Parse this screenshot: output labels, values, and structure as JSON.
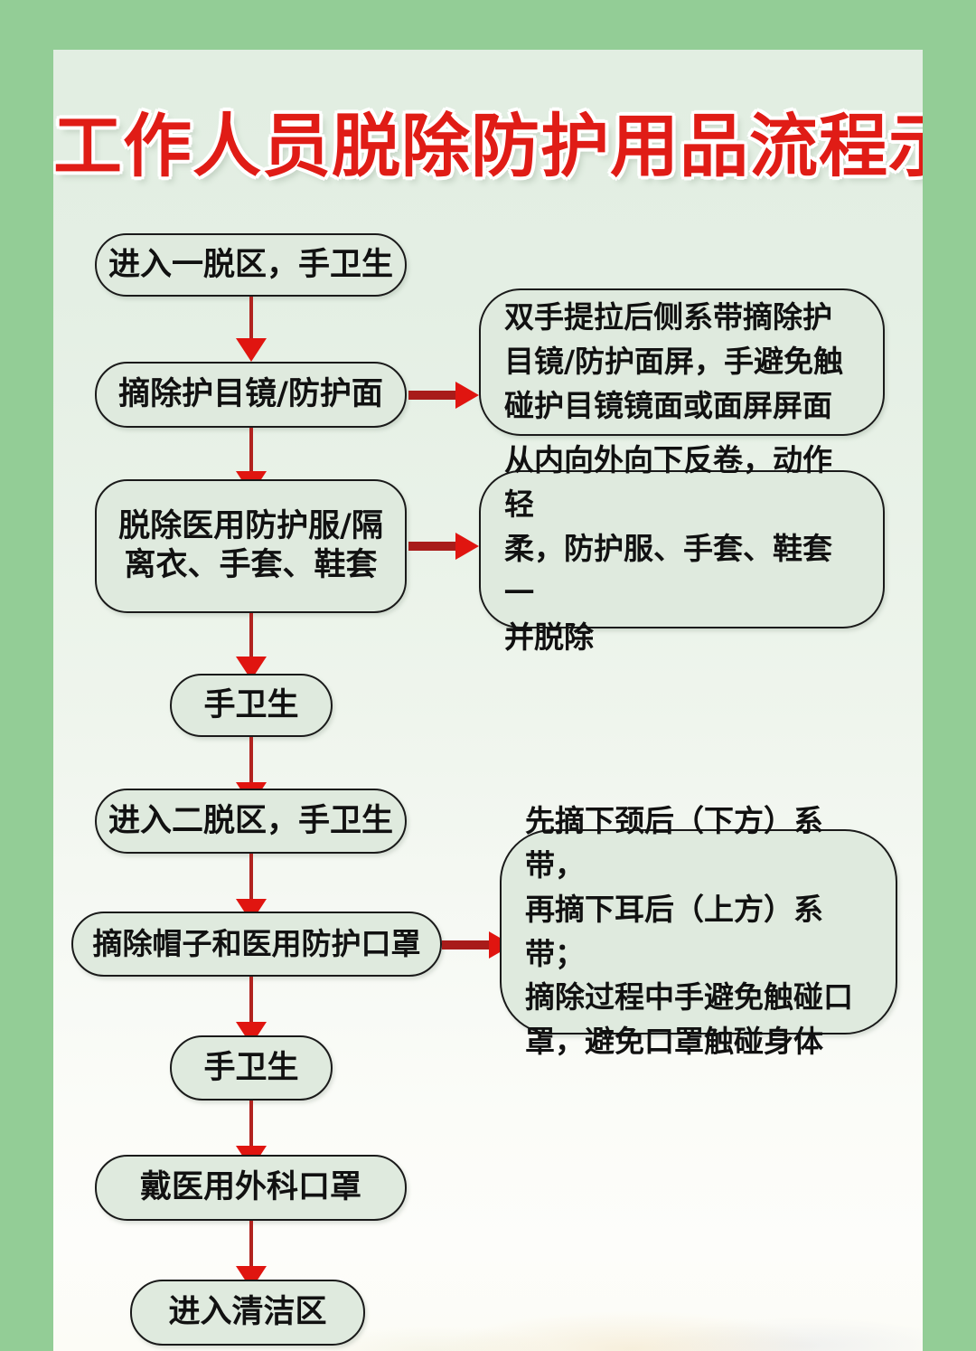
{
  "poster": {
    "title": "工作人员脱除防护用品流程示意图",
    "border_color": "#93cd96",
    "panel_color": "#e2eee2",
    "title_color": "#e01c16",
    "node_fill": "#dfeade",
    "node_border": "#1a1a1a",
    "arrow_color": "#b1231f",
    "arrow_head_color": "#e01510"
  },
  "flow": {
    "steps": [
      {
        "id": "step-1",
        "label": "进入一脱区，手卫生"
      },
      {
        "id": "step-2",
        "label": "摘除护目镜/防护面"
      },
      {
        "id": "step-3",
        "line1": "脱除医用防护服/隔",
        "line2": "离衣、手套、鞋套"
      },
      {
        "id": "step-4",
        "label": "手卫生"
      },
      {
        "id": "step-5",
        "label": "进入二脱区，手卫生"
      },
      {
        "id": "step-6",
        "label": "摘除帽子和医用防护口罩"
      },
      {
        "id": "step-7",
        "label": "手卫生"
      },
      {
        "id": "step-8",
        "label": "戴医用外科口罩"
      },
      {
        "id": "step-9",
        "label": "进入清洁区"
      }
    ],
    "notes": [
      {
        "id": "note-1",
        "for_step": "step-2",
        "line1": "双手提拉后侧系带摘除护",
        "line2": "目镜/防护面屏，手避免触",
        "line3": "碰护目镜镜面或面屏屏面"
      },
      {
        "id": "note-2",
        "for_step": "step-3",
        "line1": "从内向外向下反卷，动作轻",
        "line2": "柔，防护服、手套、鞋套一",
        "line3": "并脱除"
      },
      {
        "id": "note-3",
        "for_step": "step-6",
        "line1": "先摘下颈后（下方）系带，",
        "line2": "再摘下耳后（上方）系带；",
        "line3": "摘除过程中手避免触碰口",
        "line4": "罩，避免口罩触碰身体"
      }
    ]
  }
}
